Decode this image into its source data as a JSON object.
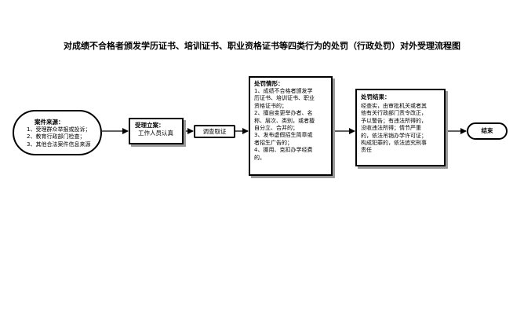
{
  "title": "对成绩不合格者颁发学历证书、培训证书、职业资格证书等四类行为的处罚（行政处罚）对外受理流程图",
  "source": {
    "header": "案件来源：",
    "items": [
      "1、受理群众举报或投诉；",
      "2、教育行政部门检查；",
      "3、其他合法案件信息来源"
    ]
  },
  "register": {
    "header": "受理立案：",
    "body": "工作人员认真"
  },
  "investigate": {
    "label": "调查取证"
  },
  "situations": {
    "header": "处罚情形：",
    "lines": [
      "1、成绩不合格者颁发学",
      "历证书、培训证书、职业",
      "资格证书的；",
      "2、擅自变更举办者、名",
      "称、层次、类别，或者擅",
      "自分立、合并的；",
      "3、发布虚假招生简章或",
      "者招生广告的；",
      "4、挪用、克扣办学经费",
      "的。"
    ]
  },
  "result": {
    "header": "处罚结果：",
    "lines": [
      "经查实，由审批机关或者其",
      "他有关行政部门责令改正，",
      "予以警告；有违法所得的，",
      "没收违法所得；情节严重",
      "的，依法吊销办学许可证；",
      "构成犯罪的，依法追究刑事",
      "责任"
    ]
  },
  "end": {
    "label": "结束"
  }
}
